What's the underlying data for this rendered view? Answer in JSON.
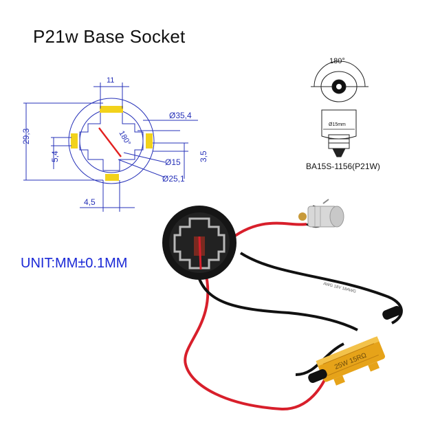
{
  "title": "P21w Base Socket",
  "unit_label": "UNIT:MM±0.1MM",
  "socket_drawing": {
    "dim_width_top": "11",
    "dim_outer_dia": "Ø35,4",
    "dim_height_total": "29,3",
    "dim_angle": "180°",
    "dim_left_small": "5,4",
    "dim_inner_dia": "Ø15",
    "dim_mid_dia": "Ø25,1",
    "dim_right_small": "3,5",
    "dim_bottom_width": "4,5",
    "accent_color": "#f2d21b",
    "line_color": "#2530b8"
  },
  "bulb_drawing": {
    "angle_label": "180°",
    "diameter_label": "Ø15mm",
    "model_label": "BA15S-1156(P21W)"
  },
  "product_photo": {
    "resistor_text": "25W 15RΩ",
    "cable_text": "AWG 18V 18AWG",
    "icons": [
      "socket-photo-icon",
      "bulb-photo-icon",
      "load-resistor-icon"
    ]
  }
}
